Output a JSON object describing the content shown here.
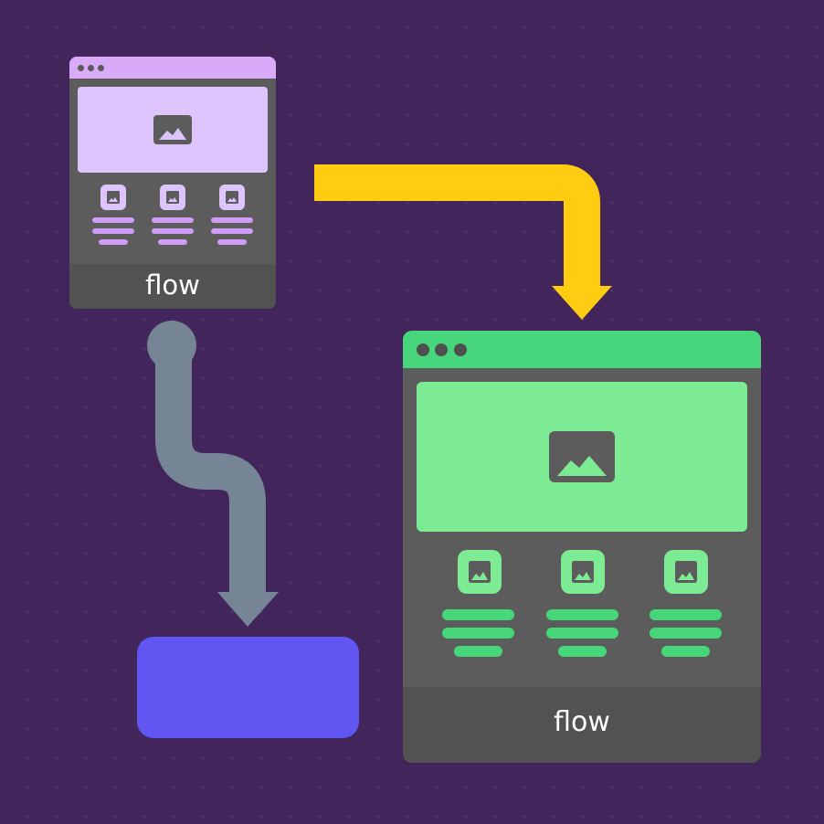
{
  "colors": {
    "background": "#42255a",
    "window_body": "#5c5c5c",
    "window_footer": "#525252",
    "small_window_accent": "#d8aaf8",
    "small_window_hero": "#dec4fc",
    "small_window_lines": "#cf9cf6",
    "large_window_accent": "#47d67b",
    "large_window_hero": "#7deb94",
    "large_window_lines": "#46d77a",
    "arrow_yellow": "#ffcc12",
    "arrow_gray": "#758596",
    "target_box": "#6156f2"
  },
  "small_window": {
    "footer_label": "flow",
    "hero_icon": "image-icon",
    "thumb_icon": "image-icon",
    "title_dots": 3,
    "columns": 3
  },
  "large_window": {
    "footer_label": "flow",
    "hero_icon": "image-icon",
    "thumb_icon": "image-icon",
    "title_dots": 3,
    "columns": 3
  },
  "connectors": [
    {
      "from": "small-window",
      "to": "large-window",
      "style": "elbow-arrow",
      "color": "arrow_yellow"
    },
    {
      "from": "small-window",
      "to": "target-box",
      "style": "curved-arrow",
      "color": "arrow_gray"
    }
  ]
}
